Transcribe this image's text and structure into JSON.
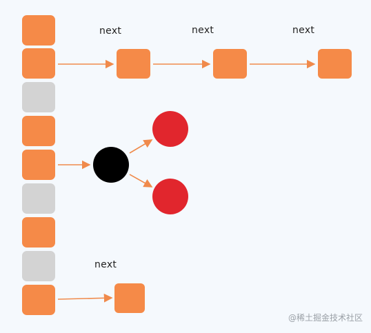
{
  "buckets": [
    {
      "state": "filled"
    },
    {
      "state": "filled"
    },
    {
      "state": "empty"
    },
    {
      "state": "filled"
    },
    {
      "state": "filled"
    },
    {
      "state": "empty"
    },
    {
      "state": "filled"
    },
    {
      "state": "empty"
    },
    {
      "state": "filled"
    }
  ],
  "labels": {
    "next_1": "next",
    "next_2": "next",
    "next_3": "next",
    "next_4": "next"
  },
  "colors": {
    "filled": "#f58a48",
    "empty": "#d3d3d3",
    "arrow": "#f08a4b",
    "tree_root": "#000000",
    "tree_child": "#e1262d",
    "background": "#f5f9fd"
  },
  "watermark": "@稀土掘金技术社区"
}
